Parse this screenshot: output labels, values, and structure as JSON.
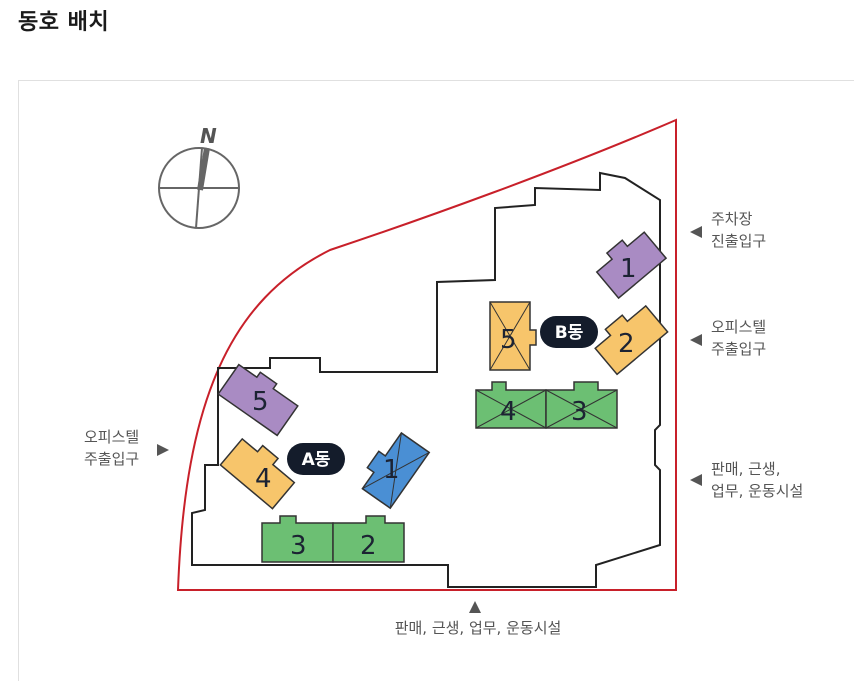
{
  "page_title": "동호 배치",
  "compass": {
    "north_label": "N"
  },
  "entrances": {
    "parking": [
      "주차장",
      "진출입구"
    ],
    "office_right": [
      "오피스텔",
      "주출입구"
    ],
    "office_left": [
      "오피스텔",
      "주출입구"
    ],
    "retail_right": [
      "판매, 근생,",
      "업무, 운동시설"
    ],
    "retail_bottom": "판매, 근생, 업무, 운동시설"
  },
  "blocks": {
    "A": {
      "label": "A동",
      "units": [
        "1",
        "2",
        "3",
        "4",
        "5"
      ]
    },
    "B": {
      "label": "B동",
      "units": [
        "1",
        "2",
        "3",
        "4",
        "5"
      ]
    }
  },
  "colors": {
    "boundary": "#c8202a",
    "outline": "#222222",
    "purple": "#a98bc3",
    "orange": "#f7c56b",
    "green": "#6cbf73",
    "blue": "#4a8fd4",
    "badge": "#141c2b"
  }
}
